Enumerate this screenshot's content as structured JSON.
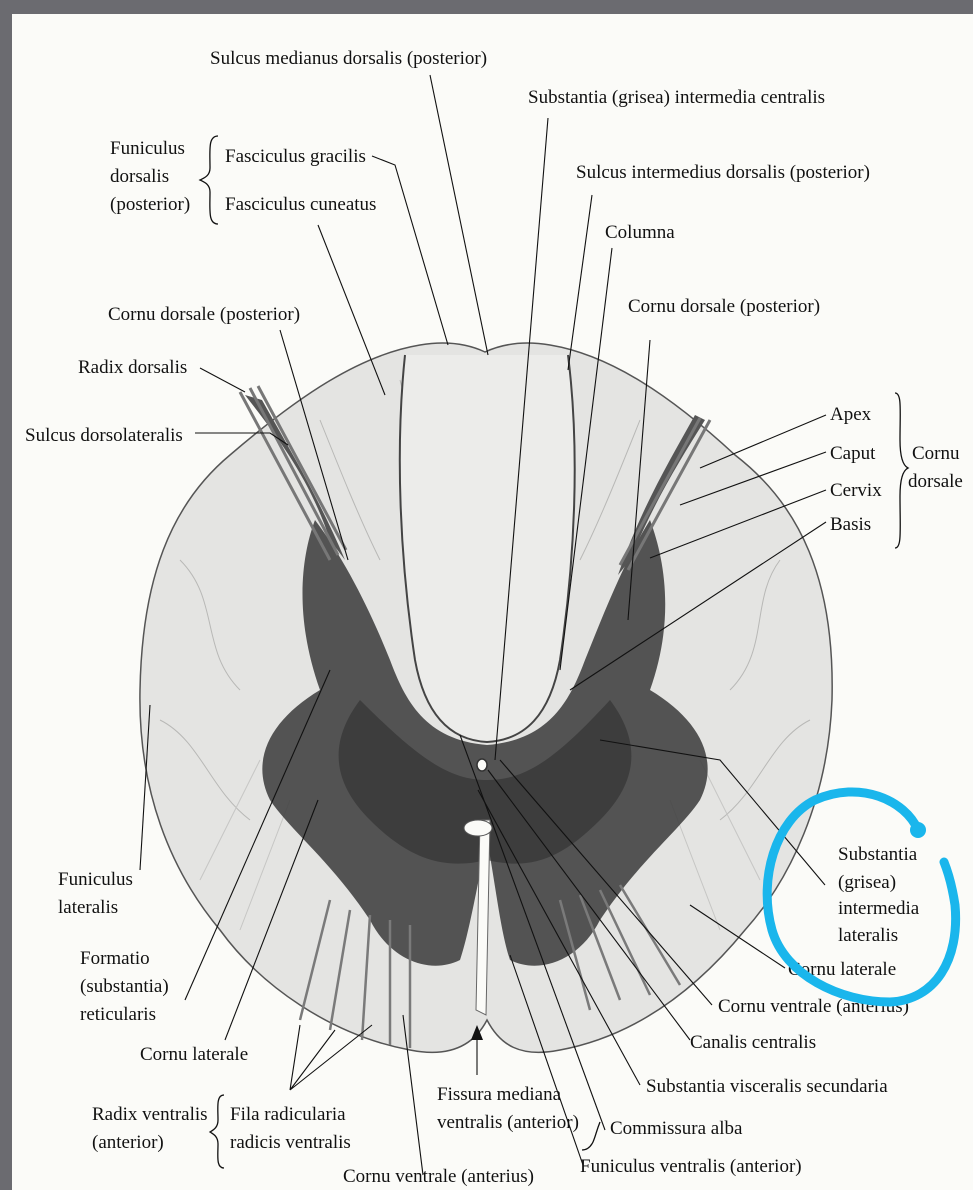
{
  "labels": {
    "sulcus_medianus_dorsalis": "Sulcus medianus dorsalis (posterior)",
    "substantia_intermedia_centralis": "Substantia (grisea) intermedia centralis",
    "funiculus_dorsalis": [
      "Funiculus",
      "dorsalis",
      "(posterior)"
    ],
    "fasciculus_gracilis": "Fasciculus gracilis",
    "fasciculus_cuneatus": "Fasciculus cuneatus",
    "sulcus_intermedius_dorsalis": "Sulcus intermedius dorsalis (posterior)",
    "columna": "Columna",
    "cornu_dorsale_left": "Cornu dorsale (posterior)",
    "cornu_dorsale_right": "Cornu dorsale (posterior)",
    "radix_dorsalis": "Radix dorsalis",
    "sulcus_dorsolateralis": "Sulcus dorsolateralis",
    "apex": "Apex",
    "caput": "Caput",
    "cervix": "Cervix",
    "basis": "Basis",
    "cornu_dorsale_group": [
      "Cornu",
      "dorsale"
    ],
    "funiculus_lateralis": [
      "Funiculus",
      "lateralis"
    ],
    "formatio_reticularis": [
      "Formatio",
      "(substantia)",
      "reticularis"
    ],
    "cornu_laterale_left": "Cornu laterale",
    "substantia_intermedia_lateralis": [
      "Substantia",
      "(grisea)",
      "intermedia",
      "lateralis"
    ],
    "cornu_laterale_right": "Cornu laterale",
    "cornu_ventrale_right": "Cornu ventrale (anterius)",
    "canalis_centralis": "Canalis centralis",
    "substantia_visceralis": "Substantia visceralis secundaria",
    "radix_ventralis": [
      "Radix ventralis",
      "(anterior)"
    ],
    "fila_radicularia": [
      "Fila radicularia",
      "radicis ventralis"
    ],
    "fissura_mediana": [
      "Fissura mediana",
      "ventralis (anterior)"
    ],
    "commissura_alba": "Commissura alba",
    "cornu_ventrale_bottom": "Cornu ventrale (anterius)",
    "funiculus_ventralis": "Funiculus ventralis (anterior)"
  },
  "colors": {
    "frame": "#6b6b70",
    "paper": "#fbfbf8",
    "white_matter": "#e4e4e2",
    "gray_matter": "#3f3f3f",
    "highlight": "#1ab6ec"
  }
}
